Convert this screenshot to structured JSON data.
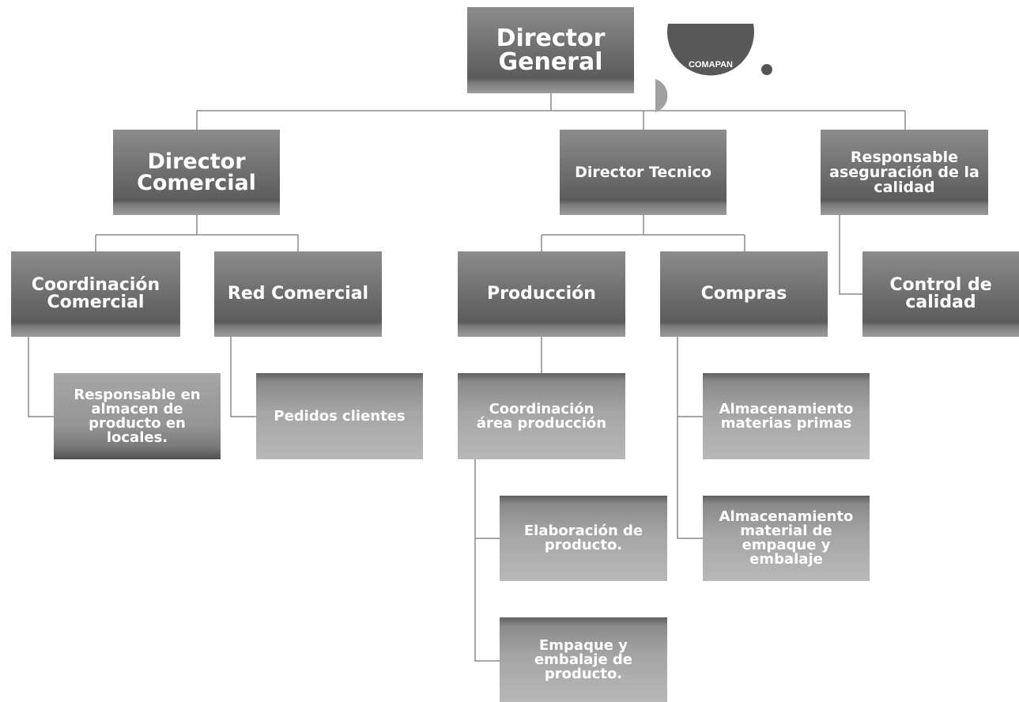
{
  "logo": {
    "text": "COMAPAN",
    "icon": "comapan-logo"
  },
  "nodes": {
    "director_general": "Director General",
    "director_comercial": "Director Comercial",
    "director_tecnico": "Director Tecnico",
    "responsable_calidad": "Responsable aseguración de la calidad",
    "coordinacion_comercial": "Coordinación Comercial",
    "red_comercial": "Red Comercial",
    "produccion": "Producción",
    "compras": "Compras",
    "control_calidad": "Control de calidad",
    "responsable_almacen": "Responsable en almacen de producto en locales.",
    "pedidos_clientes": "Pedidos clientes",
    "coordinacion_produccion": "Coordinación área producción",
    "almacen_materias": "Almacenamiento materias primas",
    "elaboracion_producto": "Elaboración de producto.",
    "almacen_empaque": "Almacenamiento material de empaque y embalaje",
    "empaque_embalaje": "Empaque y embalaje de producto."
  },
  "colors": {
    "connector": "#8a8a8a",
    "logo_circle": "#585858",
    "logo_dot": "#555555",
    "logo_half": "#a0a0a0"
  }
}
